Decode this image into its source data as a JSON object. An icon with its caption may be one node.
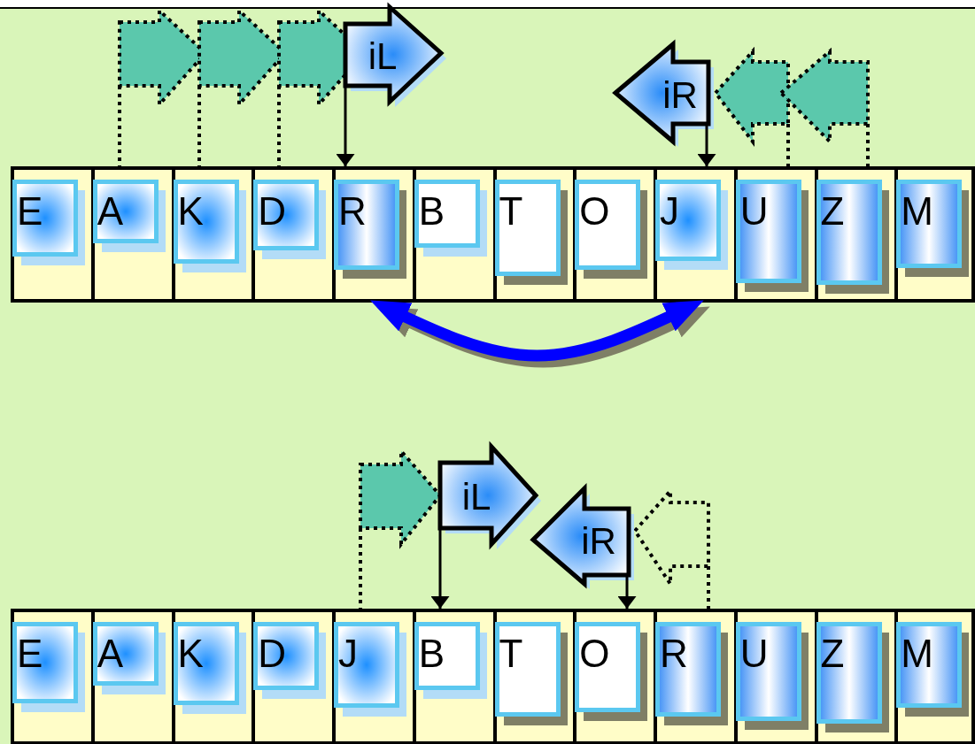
{
  "diagram": {
    "nodes": [
      {
        "text": [],
        "shape": "arrow"
      },
      {
        "text": [],
        "shape": "arrow"
      },
      {
        "text": [],
        "shape": "arrow"
      },
      {
        "text": [
          "iL"
        ]
      },
      {
        "text": [
          "iR"
        ]
      },
      {
        "text": [],
        "shape": "arrow"
      },
      {
        "text": [],
        "shape": "arrow"
      },
      {
        "text": [
          "E"
        ]
      },
      {
        "text": [
          "A"
        ]
      },
      {
        "text": [
          "K"
        ]
      },
      {
        "text": [
          "D"
        ]
      },
      {
        "text": [
          "R"
        ]
      },
      {
        "text": [
          "B"
        ]
      },
      {
        "text": [
          "T"
        ]
      },
      {
        "text": [
          "O"
        ]
      },
      {
        "text": [
          "J"
        ]
      },
      {
        "text": [
          "U"
        ]
      },
      {
        "text": [
          "Z"
        ]
      },
      {
        "text": [
          "M"
        ]
      },
      {
        "text": [],
        "shape": "arrow"
      },
      {
        "text": [
          "iL"
        ]
      },
      {
        "text": [
          "iR"
        ]
      },
      {
        "text": [],
        "shape": "arrow"
      },
      {
        "text": [
          "E"
        ]
      },
      {
        "text": [
          "A"
        ]
      },
      {
        "text": [
          "K"
        ]
      },
      {
        "text": [
          "D"
        ]
      },
      {
        "text": [
          "J"
        ]
      },
      {
        "text": [
          "B"
        ]
      },
      {
        "text": [
          "T"
        ]
      },
      {
        "text": [
          "O"
        ]
      },
      {
        "text": [
          "R"
        ]
      },
      {
        "text": [
          "U"
        ]
      },
      {
        "text": [
          "Z"
        ]
      },
      {
        "text": [
          "M"
        ]
      }
    ],
    "edges": [
      {
        "from": 0,
        "to": 8,
        "arrow": "none",
        "style": "dashed"
      },
      {
        "from": 1,
        "to": 9,
        "arrow": "none",
        "style": "dashed"
      },
      {
        "from": 2,
        "to": 10,
        "arrow": "none",
        "style": "dashed"
      },
      {
        "from": 3,
        "to": 11,
        "arrow": "to"
      },
      {
        "from": 4,
        "to": 15,
        "arrow": "to"
      },
      {
        "from": 5,
        "to": 16,
        "arrow": "none",
        "style": "dashed"
      },
      {
        "from": 6,
        "to": 17,
        "arrow": "none",
        "style": "dashed"
      },
      {
        "from": 11,
        "to": 15,
        "arrow": "both",
        "style": "thick",
        "color": "#0000ff"
      },
      {
        "from": 19,
        "to": 27,
        "arrow": "none",
        "style": "dashed"
      },
      {
        "from": 20,
        "to": 28,
        "arrow": "to"
      },
      {
        "from": 21,
        "to": 30,
        "arrow": "to"
      },
      {
        "from": 22,
        "to": 31,
        "arrow": "none",
        "style": "dashed"
      }
    ]
  }
}
